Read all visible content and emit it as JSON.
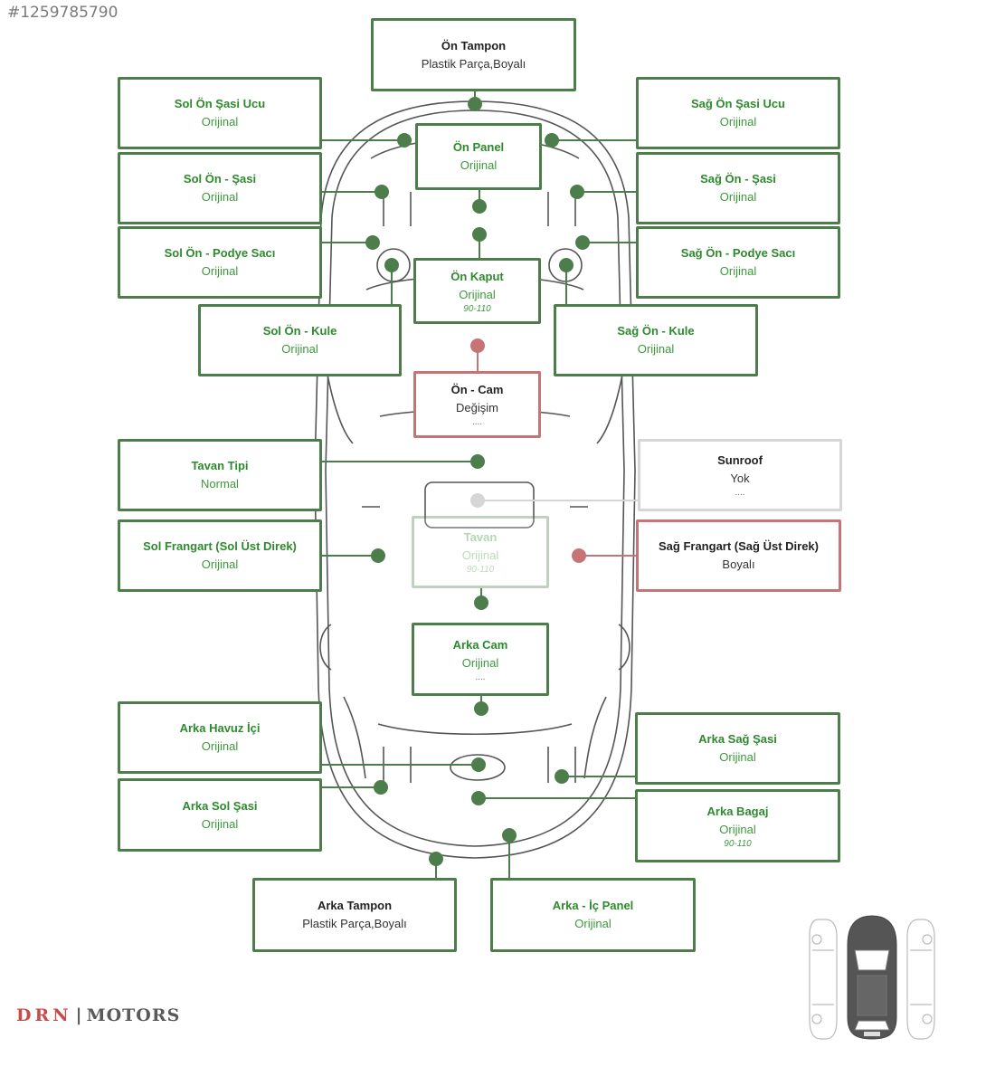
{
  "image_id_label": "#1259785790",
  "brand": {
    "primary": "DRN",
    "separator": "|",
    "secondary": "MOTORS"
  },
  "colors": {
    "original": "#4e7d4c",
    "original_text": "#2d8a2d",
    "changed": "#c57576",
    "inactive": "#d6d6d6",
    "outline": "#555555"
  },
  "parts": {
    "on_tampon": {
      "name": "Ön Tampon",
      "status": "Plastik Parça,Boyalı"
    },
    "sol_on_sasi_ucu": {
      "name": "Sol Ön Şasi Ucu",
      "status": "Orijinal"
    },
    "sag_on_sasi_ucu": {
      "name": "Sağ Ön Şasi Ucu",
      "status": "Orijinal"
    },
    "on_panel": {
      "name": "Ön Panel",
      "status": "Orijinal"
    },
    "sol_on_sasi": {
      "name": "Sol Ön - Şasi",
      "status": "Orijinal"
    },
    "sag_on_sasi": {
      "name": "Sağ Ön - Şasi",
      "status": "Orijinal"
    },
    "sol_on_podye": {
      "name": "Sol Ön - Podye Sacı",
      "status": "Orijinal"
    },
    "sag_on_podye": {
      "name": "Sağ Ön - Podye Sacı",
      "status": "Orijinal"
    },
    "on_kaput": {
      "name": "Ön Kaput",
      "status": "Orijinal",
      "km": "90-110"
    },
    "sol_on_kule": {
      "name": "Sol Ön - Kule",
      "status": "Orijinal"
    },
    "sag_on_kule": {
      "name": "Sağ Ön - Kule",
      "status": "Orijinal"
    },
    "on_cam": {
      "name": "Ön - Cam",
      "status": "Değişim",
      "extra": "...."
    },
    "tavan_tipi": {
      "name": "Tavan Tipi",
      "status": "Normal"
    },
    "sunroof": {
      "name": "Sunroof",
      "status": "Yok",
      "extra": "...."
    },
    "tavan": {
      "name": "Tavan",
      "status": "Orijinal",
      "km": "90-110"
    },
    "sol_frangart": {
      "name": "Sol Frangart (Sol Üst Direk)",
      "status": "Orijinal"
    },
    "sag_frangart": {
      "name": "Sağ Frangart (Sağ Üst Direk)",
      "status": "Boyalı"
    },
    "arka_cam": {
      "name": "Arka Cam",
      "status": "Orijinal",
      "extra": "...."
    },
    "arka_havuz_ici": {
      "name": "Arka Havuz İçi",
      "status": "Orijinal"
    },
    "arka_sag_sasi": {
      "name": "Arka Sağ Şasi",
      "status": "Orijinal"
    },
    "arka_sol_sasi": {
      "name": "Arka Sol Şasi",
      "status": "Orijinal"
    },
    "arka_bagaj": {
      "name": "Arka Bagaj",
      "status": "Orijinal",
      "km": "90-110"
    },
    "arka_tampon": {
      "name": "Arka Tampon",
      "status": "Plastik Parça,Boyalı"
    },
    "arka_ic_panel": {
      "name": "Arka - İç Panel",
      "status": "Orijinal"
    }
  }
}
